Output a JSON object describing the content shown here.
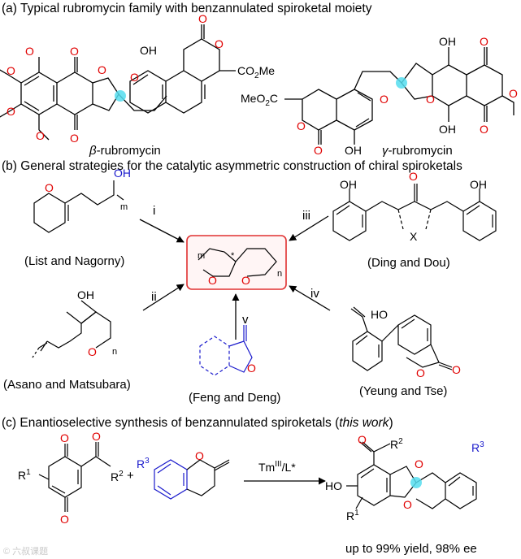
{
  "colors": {
    "bond": "#000000",
    "oxygen": "#e00000",
    "blue": "#1a1acc",
    "highlight": "#55ddee",
    "box": "#e03030"
  },
  "sections": {
    "a": {
      "title": "(a) Typical rubromycin family with benzannulated spiroketal moiety",
      "beta_name": "β-rubromycin",
      "gamma_name": "γ-rubromycin",
      "beta_prefix": "β",
      "gamma_prefix": "γ",
      "name_suffix": "-rubromycin",
      "oh": "OH",
      "co2me": "CO",
      "co2me_sub": "2",
      "co2me_tail": "Me",
      "meo2c_head": "MeO",
      "meo2c_sub": "2",
      "meo2c_tail": "C"
    },
    "b": {
      "title": "(b) General strategies for the catalytic asymmetric construction of chiral spiroketals",
      "authors": [
        "(List and Nagorny)",
        "(Ding and Dou)",
        "(Asano and Matsubara)",
        "(Feng and Deng)",
        "(Yeung and Tse)"
      ],
      "arrows": [
        "i",
        "ii",
        "iii",
        "iv",
        "v"
      ],
      "m": "m",
      "n": "n",
      "star": "*",
      "x": "X",
      "oh": "OH",
      "ho": "HO"
    },
    "c": {
      "title_main": "(c) Enantioselective synthesis of benzannulated spiroketals (",
      "title_italic": "this work",
      "title_end": ")",
      "reagent": "Tm",
      "reagent_sup": "III",
      "reagent_tail": "/L*",
      "plus": "+",
      "r1": "R",
      "r1_sup": "1",
      "r2": "R",
      "r2_sup": "2",
      "r3": "R",
      "r3_sup": "3",
      "ho": "HO",
      "yield": "up to 99% yield, 98% ee"
    }
  },
  "watermark": "© 六叔课题"
}
